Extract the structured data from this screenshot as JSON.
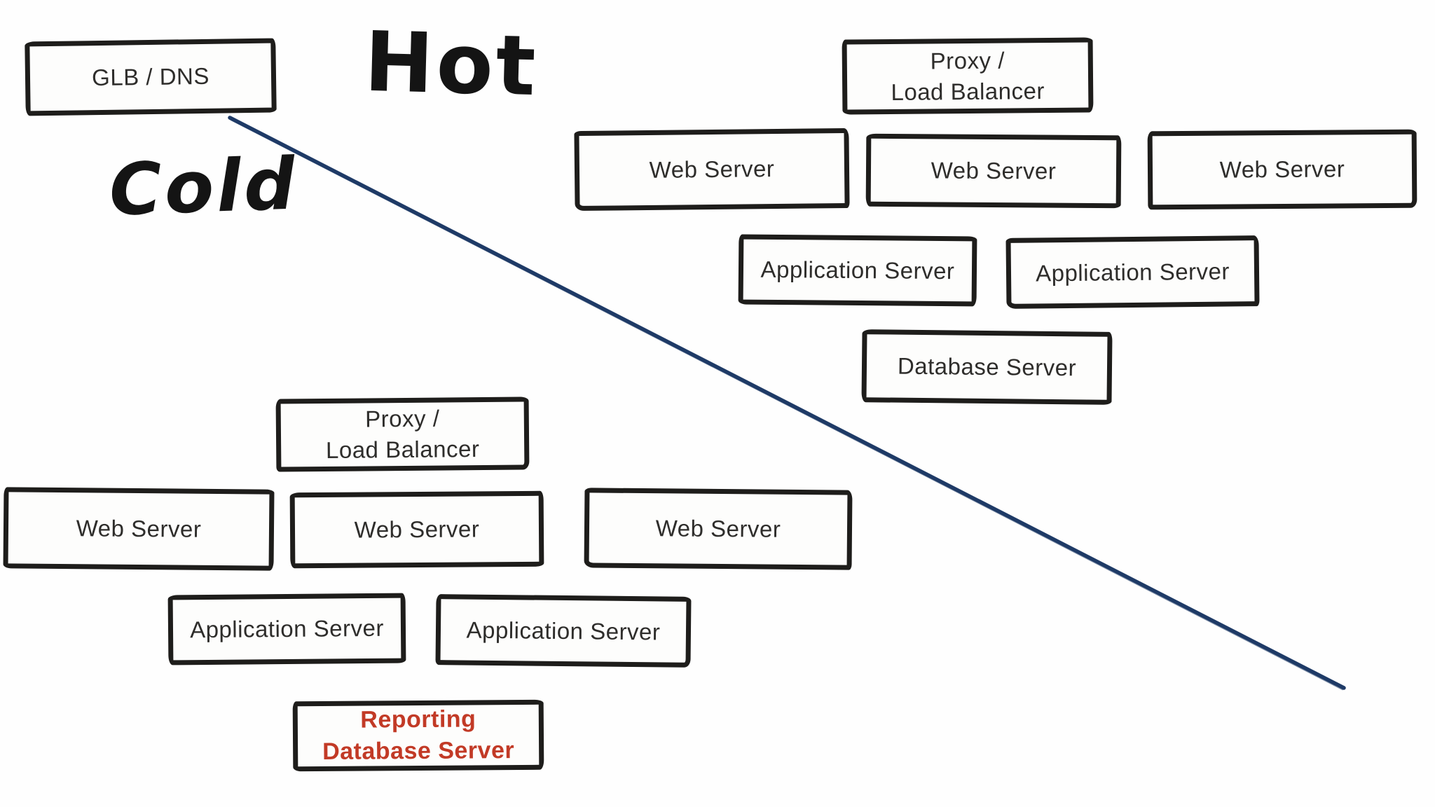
{
  "diagram": {
    "title_hint": "Hot / Cold site architecture sketch",
    "zones": {
      "hot": {
        "label": "Hot"
      },
      "cold": {
        "label": "Cold"
      }
    },
    "nodes": {
      "glb_dns": "GLB / DNS",
      "hot": {
        "proxy_lb": "Proxy /\nLoad Balancer",
        "web1": "Web Server",
        "web2": "Web Server",
        "web3": "Web Server",
        "app1": "Application Server",
        "app2": "Application Server",
        "db": "Database Server"
      },
      "cold": {
        "proxy_lb": "Proxy /\nLoad Balancer",
        "web1": "Web Server",
        "web2": "Web Server",
        "web3": "Web Server",
        "app1": "Application Server",
        "app2": "Application Server",
        "reporting_db": "Reporting\nDatabase Server"
      }
    },
    "colors": {
      "box_border": "#1e1d1b",
      "label_text": "#2e2d2b",
      "reporting_red": "#c23a26",
      "divider_blue": "#1e3a66",
      "background": "#fefefe"
    }
  }
}
